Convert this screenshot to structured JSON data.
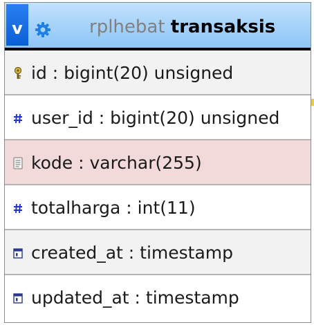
{
  "header": {
    "toggle_label": "v",
    "database": "rplhebat",
    "table": "transaksis"
  },
  "columns": [
    {
      "label": "id : bigint(20) unsigned",
      "icon": "primary-key-icon"
    },
    {
      "label": "user_id : bigint(20) unsigned",
      "icon": "numeric-type-icon"
    },
    {
      "label": "kode : varchar(255)",
      "icon": "text-type-icon"
    },
    {
      "label": "totalharga : int(11)",
      "icon": "numeric-type-icon"
    },
    {
      "label": "created_at : timestamp",
      "icon": "date-type-icon"
    },
    {
      "label": "updated_at : timestamp",
      "icon": "date-type-icon"
    }
  ],
  "colors": {
    "header_gradient": "#a9d4fa",
    "toggle": "#0a5fd8",
    "selected_row": "#f2dada",
    "alt_row": "#f2f2f2",
    "numeric_icon": "#2233cc"
  }
}
